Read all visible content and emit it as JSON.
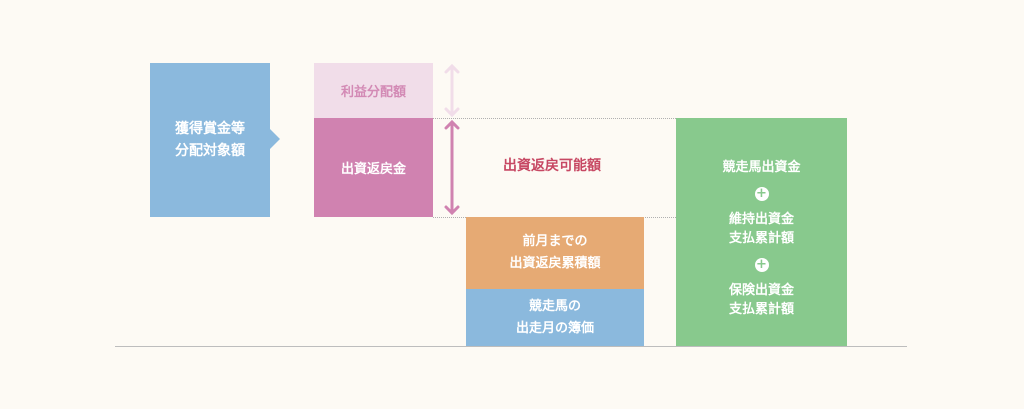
{
  "diagram": {
    "prize_box": {
      "line1": "獲得賞金等",
      "line2": "分配対象額"
    },
    "profit_box": {
      "label": "利益分配額"
    },
    "refund_box": {
      "label": "出資返戻金"
    },
    "refundable_label": "出資返戻可能額",
    "prev_refund_box": {
      "line1": "前月までの",
      "line2": "出資返戻累積額"
    },
    "book_value_box": {
      "line1": "競走馬の",
      "line2": "出走月の簿価"
    },
    "green_box": {
      "item1": "競走馬出資金",
      "plus1": "+",
      "item2_line1": "維持出資金",
      "item2_line2": "支払累計額",
      "plus2": "+",
      "item3_line1": "保険出資金",
      "item3_line2": "支払累計額"
    },
    "colors": {
      "background": "#fdfaf4",
      "blue": "#8bb9dd",
      "pink": "#d082b0",
      "light_pink": "#f1dde9",
      "orange": "#e6aa74",
      "green": "#88c98d",
      "red_text": "#c74863"
    }
  }
}
